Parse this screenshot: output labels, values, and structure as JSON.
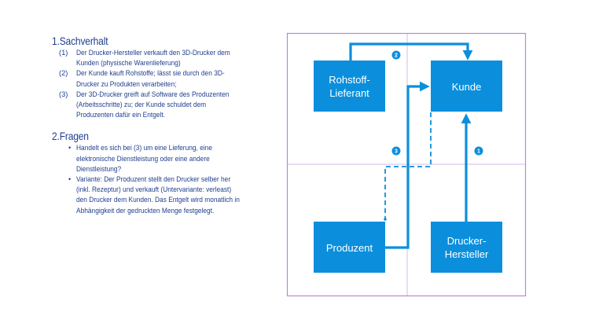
{
  "colors": {
    "text": "#1f3f8f",
    "box": "#0b8fdc",
    "arrow": "#0b8fdc",
    "frame": "#b48ad6",
    "divider": "#d6b8e6"
  },
  "section1": {
    "title": "1.Sachverhalt",
    "items": [
      {
        "num": "(1)",
        "lines": [
          "Der Drucker-Hersteller verkauft den 3D-Drucker dem",
          "Kunden (physische Warenlieferung)"
        ]
      },
      {
        "num": "(2)",
        "lines": [
          "Der Kunde kauft Rohstoffe; lässt sie durch den 3D-",
          "Drucker zu Produkten verarbeiten;"
        ]
      },
      {
        "num": "(3)",
        "lines": [
          "Der 3D-Drucker greift auf Software des Produzenten",
          "(Arbeitsschritte) zu; der Kunde schuldet dem",
          "Produzenten dafür ein Entgelt."
        ]
      }
    ]
  },
  "section2": {
    "title": "2.Fragen",
    "bullet_glyph": "•",
    "items": [
      {
        "lines": [
          "Handelt es sich bei (3) um eine Lieferung, eine",
          "elektronische Dienstleistung oder eine andere",
          "Dienstleistung?"
        ]
      },
      {
        "lines": [
          "Variante: Der Produzent stellt den Drucker selber her",
          "(inkl. Rezeptur) und verkauft (Untervariante: verleast)",
          "den Drucker dem Kunden. Das Entgelt wird monatlich in",
          "Abhängigkeit der gedruckten Menge festgelegt."
        ]
      }
    ]
  },
  "diagram": {
    "boxes": {
      "rohstoff": [
        "Rohstoff-",
        "Lieferant"
      ],
      "kunde": [
        "Kunde"
      ],
      "produzent": [
        "Produzent"
      ],
      "hersteller": [
        "Drucker-",
        "Hersteller"
      ]
    },
    "badges": {
      "one": "1",
      "two": "2",
      "three": "3"
    }
  }
}
